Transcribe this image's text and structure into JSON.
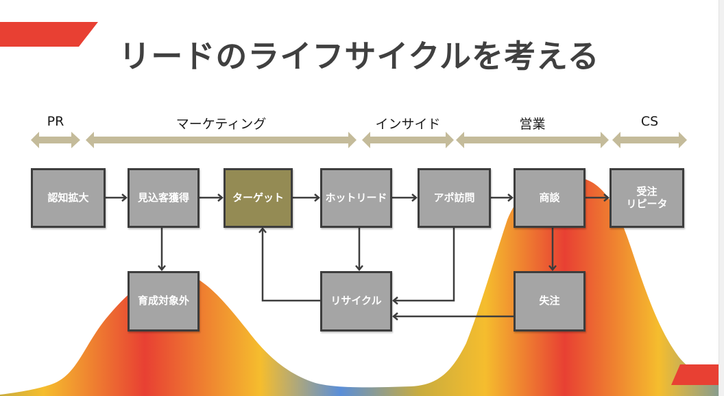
{
  "slide": {
    "title": "リードのライフサイクルを考える",
    "colors": {
      "accent_red": "#e84033",
      "phase_arrow": "#c4bb9a",
      "box_fill": "#a5a5a5",
      "box_highlight": "#948b54",
      "box_border": "#3d3d3d",
      "title_text": "#404040",
      "gradient": [
        "#f5bd2e",
        "#e84033",
        "#5a8ed8"
      ]
    },
    "phases": [
      {
        "id": "pr",
        "label": "PR"
      },
      {
        "id": "marketing",
        "label": "マーケティング"
      },
      {
        "id": "inside",
        "label": "インサイド"
      },
      {
        "id": "sales",
        "label": "営業"
      },
      {
        "id": "cs",
        "label": "CS"
      }
    ],
    "stages": [
      {
        "id": "awareness",
        "label": "認知拡大"
      },
      {
        "id": "prospect",
        "label": "見込客獲得"
      },
      {
        "id": "target",
        "label": "ターゲット",
        "highlighted": true
      },
      {
        "id": "hotlead",
        "label": "ホットリード"
      },
      {
        "id": "appointment",
        "label": "アポ訪問"
      },
      {
        "id": "negotiation",
        "label": "商談"
      },
      {
        "id": "order",
        "label": "受注\nリピータ"
      },
      {
        "id": "excluded",
        "label": "育成対象外"
      },
      {
        "id": "recycle",
        "label": "リサイクル"
      },
      {
        "id": "lost",
        "label": "失注"
      }
    ],
    "flows": [
      [
        "awareness",
        "prospect"
      ],
      [
        "prospect",
        "target"
      ],
      [
        "target",
        "hotlead"
      ],
      [
        "hotlead",
        "appointment"
      ],
      [
        "appointment",
        "negotiation"
      ],
      [
        "negotiation",
        "order"
      ],
      [
        "prospect",
        "excluded"
      ],
      [
        "hotlead",
        "recycle"
      ],
      [
        "appointment",
        "recycle"
      ],
      [
        "recycle",
        "target"
      ],
      [
        "negotiation",
        "lost"
      ],
      [
        "lost",
        "recycle"
      ]
    ]
  }
}
